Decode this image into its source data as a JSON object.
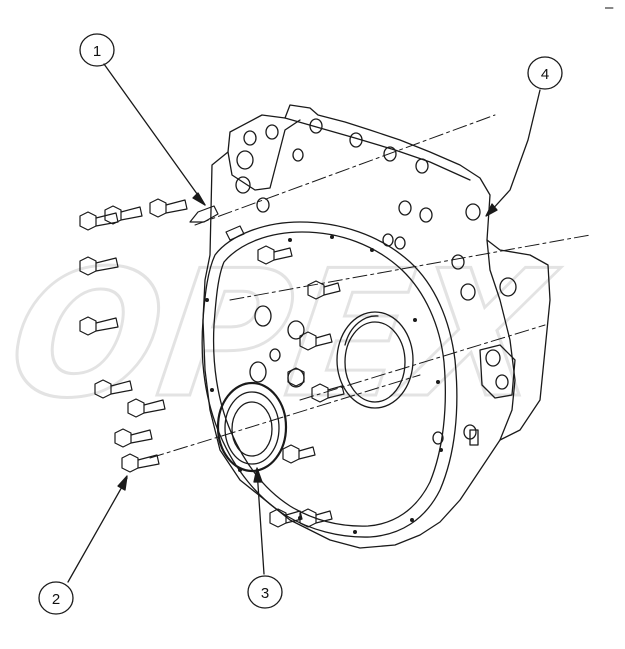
{
  "diagram": {
    "type": "exploded-parts-diagram",
    "watermark": "OPEX",
    "corner_mark": "–",
    "callouts": [
      {
        "id": "1",
        "label": "1"
      },
      {
        "id": "2",
        "label": "2"
      },
      {
        "id": "3",
        "label": "3"
      },
      {
        "id": "4",
        "label": "4"
      }
    ],
    "colors": {
      "line": "#1a1a1a",
      "background": "#ffffff",
      "watermark": "#e6e6e6"
    }
  }
}
